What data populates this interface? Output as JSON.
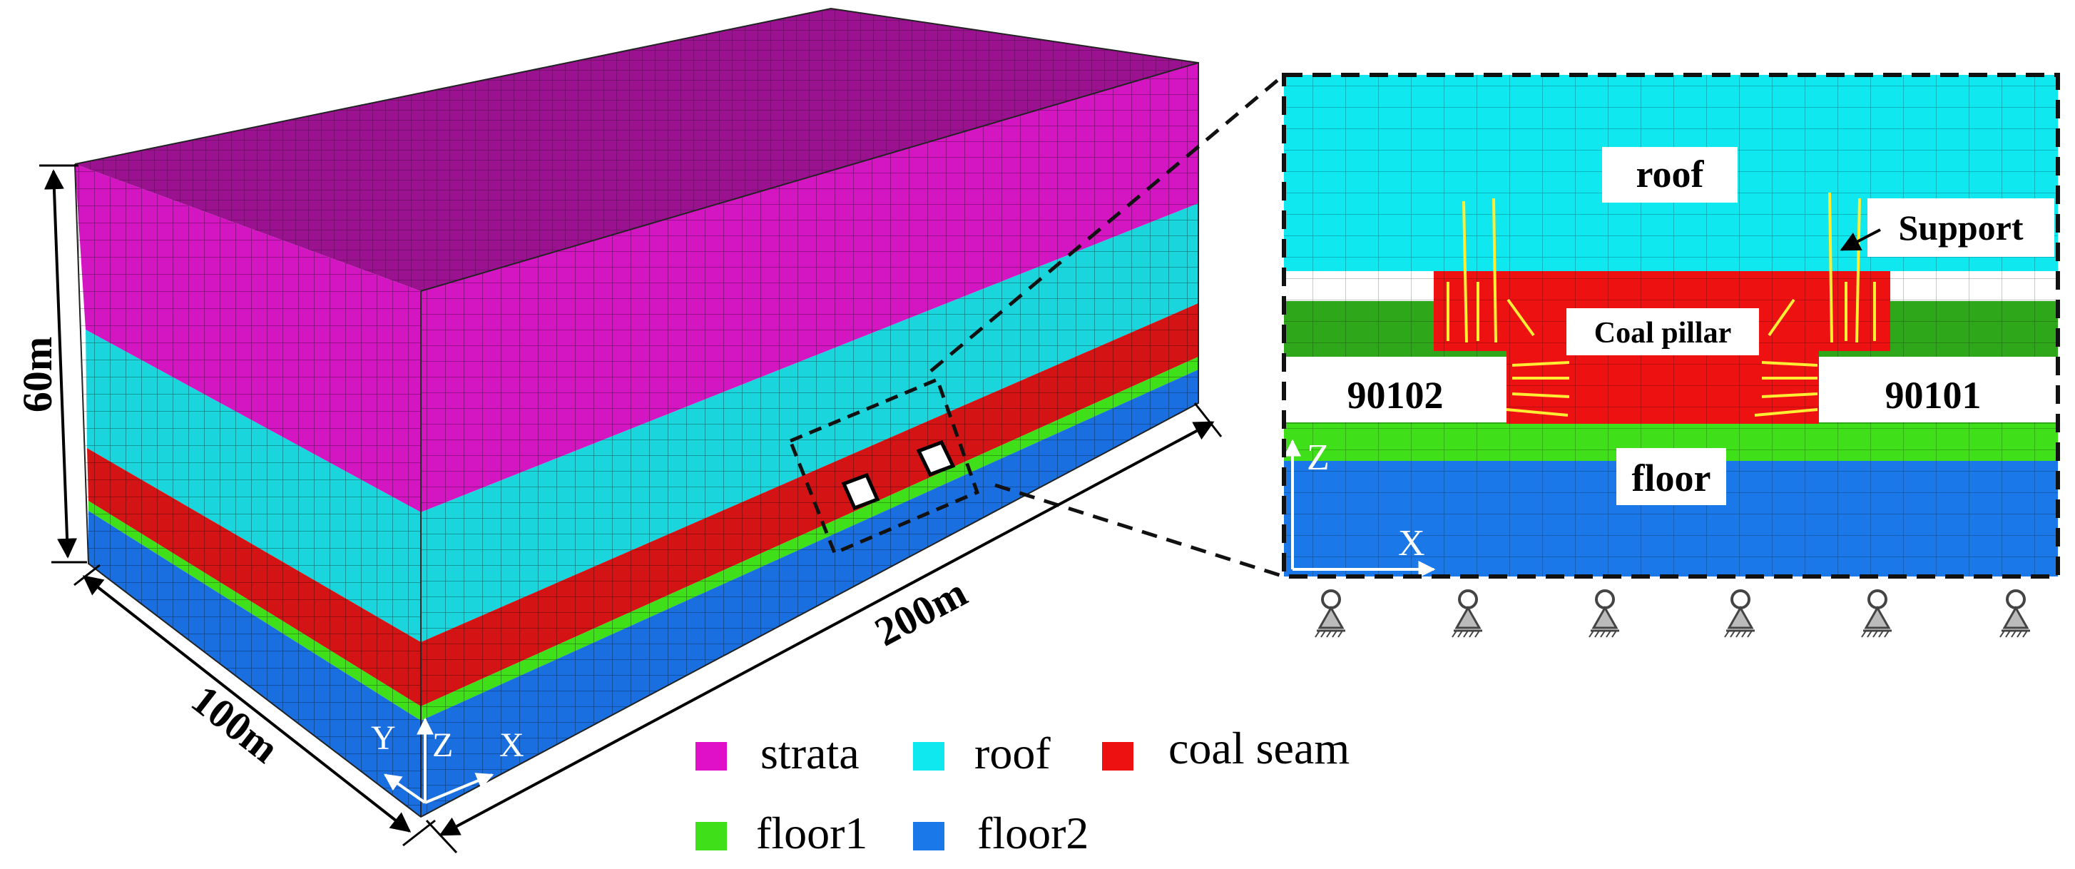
{
  "dimensions": {
    "height": "60m",
    "depth": "100m",
    "length": "200m"
  },
  "axes3d": {
    "y": "Y",
    "z": "Z",
    "x": "X"
  },
  "detail": {
    "roof": "roof",
    "support": "Support",
    "coal_pillar": "Coal pillar",
    "left_panel": "90102",
    "right_panel": "90101",
    "floor": "floor",
    "axis_z": "Z",
    "axis_x": "X"
  },
  "legend": [
    {
      "label": "strata",
      "color": "#e010c8"
    },
    {
      "label": "roof",
      "color": "#10e8f0"
    },
    {
      "label": "coal seam",
      "color": "#ee1111"
    },
    {
      "label": "floor1",
      "color": "#3fe01a"
    },
    {
      "label": "floor2",
      "color": "#1a78e8"
    }
  ],
  "colors": {
    "strata_top": "#9a1290",
    "strata_front": "#d416c2",
    "roof_side": "#1ad6dc",
    "coal_side": "#d41414",
    "floor1": "#3fe01a",
    "floor2": "#1a6fe0",
    "support": "#ffee33",
    "detail_floor_green": "#2ea81a"
  }
}
